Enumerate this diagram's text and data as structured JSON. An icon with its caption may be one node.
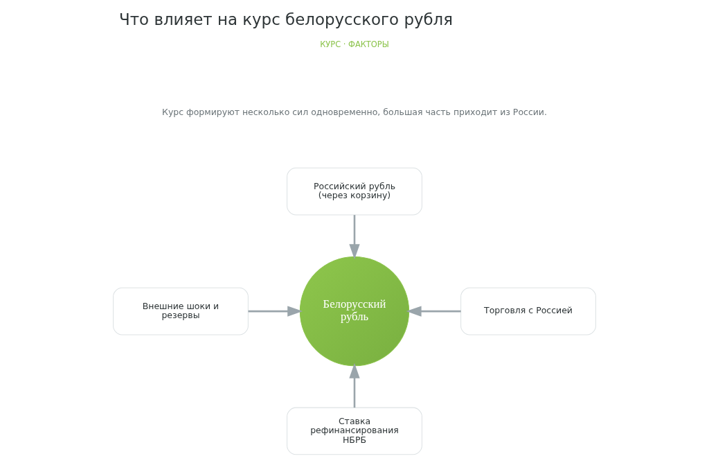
{
  "diagram": {
    "title": "Что влияет на курс белорусского рубля",
    "nodes": [
      {
        "text": [
          "Российский рубль (через корзину)"
        ]
      },
      {
        "text": [
          "Белорусский рубль"
        ]
      },
      {
        "text": [
          "Внешние шоки и резервы"
        ]
      },
      {
        "text": [
          "Торговля с Россией"
        ]
      },
      {
        "text": [
          "Ставка рефинансирования НБРБ"
        ]
      }
    ],
    "edges": [
      {
        "from": 0,
        "to": 1,
        "arrow": "to"
      },
      {
        "from": 2,
        "to": 1,
        "arrow": "to"
      },
      {
        "from": 3,
        "to": 1,
        "arrow": "to"
      },
      {
        "from": 4,
        "to": 1,
        "arrow": "to"
      }
    ],
    "labels": [
      "КУРС · ФАКТОРЫ",
      "Курс формируют несколько сил одновременно, большая часть приходит из России."
    ]
  }
}
